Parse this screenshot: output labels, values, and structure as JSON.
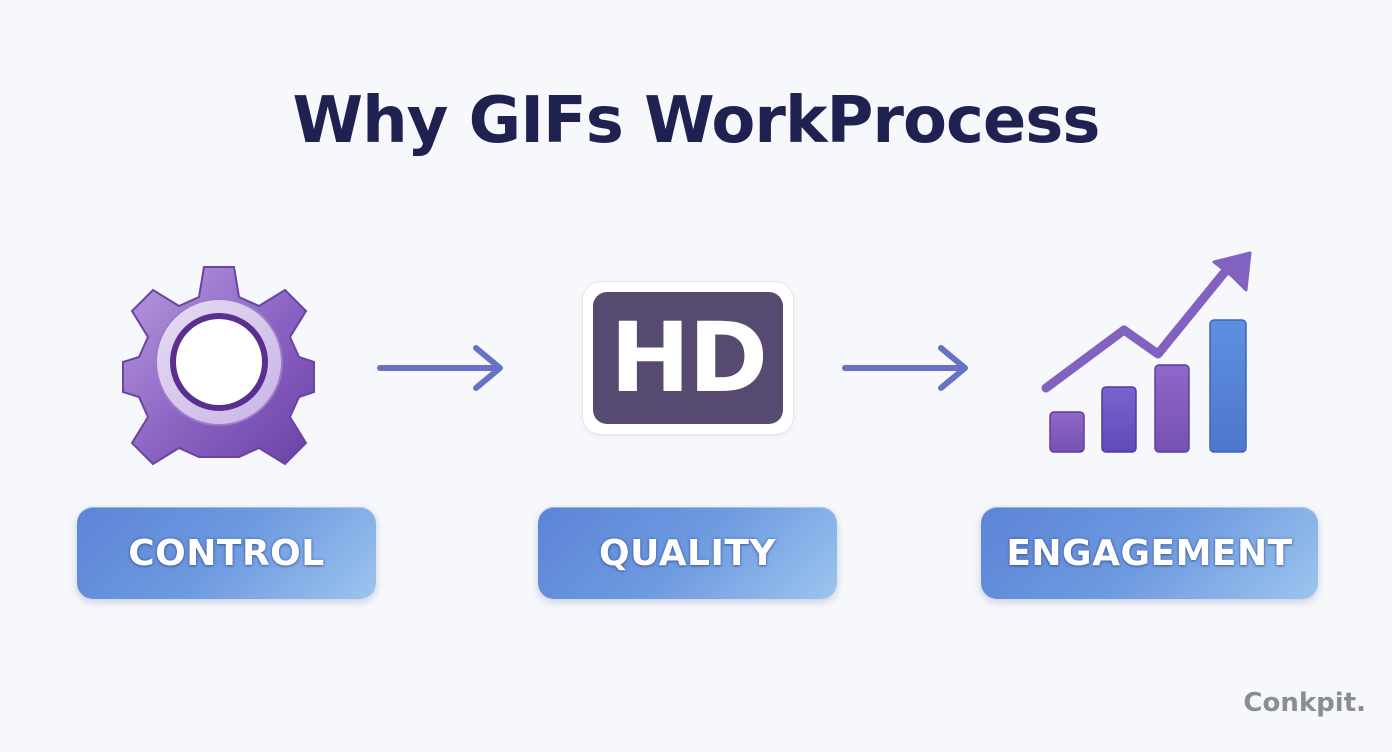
{
  "title": "Why GIFs WorkProcess",
  "steps": [
    {
      "label": "CONTROL",
      "icon": "gear-icon"
    },
    {
      "label": "QUALITY",
      "icon": "hd-icon",
      "icon_text": "HD"
    },
    {
      "label": "ENGAGEMENT",
      "icon": "growth-chart-icon"
    }
  ],
  "brand": "Conkpit.",
  "colors": {
    "title": "#1f2150",
    "accent_purple": "#7b55b5",
    "arrow": "#6673c4",
    "hd_background": "#564a70",
    "label_gradient_start": "#5b84d6",
    "label_gradient_end": "#9cc5ee",
    "chart_bar_blue": "#5a86d8"
  }
}
